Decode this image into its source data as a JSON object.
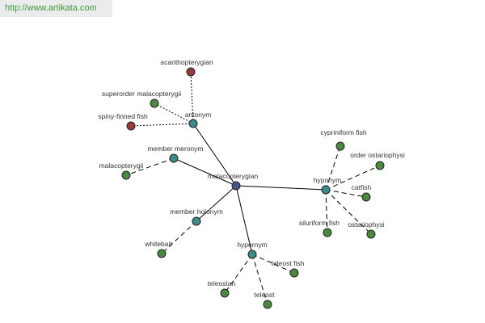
{
  "site_url": "http://www.artikata.com",
  "colors": {
    "center": "#46558f",
    "relation": "#3d8c8c",
    "leaf": "#4b8a3e",
    "antonym_leaf": "#9a3a3a",
    "edge": "#000000",
    "text": "#333333",
    "url_bar_bg": "#ececec",
    "url_text": "#3c9a3c"
  },
  "graph": {
    "center": "malacopterygian",
    "relations": [
      {
        "label": "antonym",
        "leaves": [
          "acanthopterygian",
          "spiny-finned fish",
          "superorder malacopterygii"
        ]
      },
      {
        "label": "member meronym",
        "leaves": [
          "malacopterygii"
        ]
      },
      {
        "label": "hyponym",
        "leaves": [
          "cypriniform fish",
          "order ostariophysi",
          "catfish",
          "siluriform fish",
          "ostariophysi"
        ]
      },
      {
        "label": "member holonym",
        "leaves": [
          "whitebait"
        ]
      },
      {
        "label": "hypernym",
        "leaves": [
          "teleost fish",
          "teleostan",
          "teleost"
        ]
      }
    ]
  }
}
